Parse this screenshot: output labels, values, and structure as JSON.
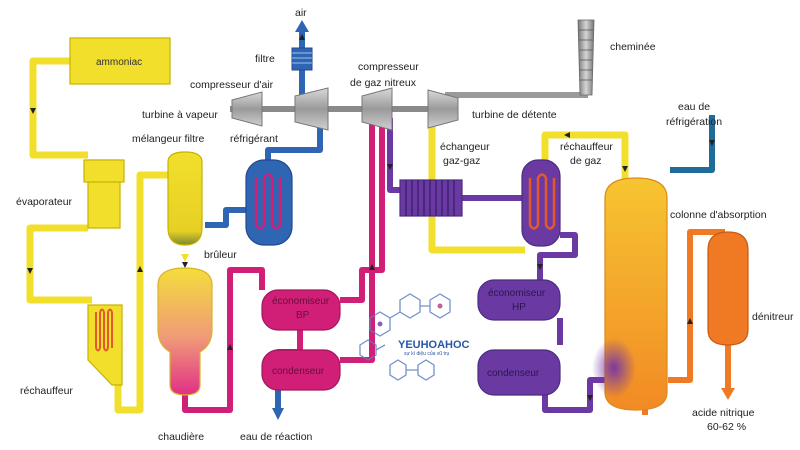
{
  "colors": {
    "yellow": "#f2df2c",
    "yellow_stroke": "#c9b200",
    "blue": "#2f66b4",
    "dark_blue": "#24478f",
    "teal": "#1f6c9a",
    "magenta": "#d11f78",
    "pink": "#e0477f",
    "purple": "#6a3aa2",
    "dark_purple": "#4a2c80",
    "orange": "#f6a12a",
    "deep_orange": "#f07a24",
    "red_orange": "#e8592a",
    "gray": "#9a9a9a"
  },
  "labels": {
    "air": "air",
    "filtre": "filtre",
    "ammoniac": "ammoniac",
    "compresseur_air": "compresseur d'air",
    "compresseur_gaz_l1": "compresseur",
    "compresseur_gaz_l2": "de gaz nitreux",
    "cheminee": "cheminée",
    "turbine_vapeur": "turbine à vapeur",
    "turbine_detente": "turbine de détente",
    "eau_refrig_l1": "eau de",
    "eau_refrig_l2": "réfrigération",
    "melangeur_filtre": "mélangeur filtre",
    "refrigerant": "réfrigérant",
    "echangeur_l1": "échangeur",
    "echangeur_l2": "gaz-gaz",
    "rechauffeur_gaz_l1": "réchauffeur",
    "rechauffeur_gaz_l2": "de gaz",
    "evaporateur": "évaporateur",
    "colonne": "colonne d'absorption",
    "bruleur": "brûleur",
    "economiseur_bp_l1": "économiseur",
    "economiseur_bp_l2": "BP",
    "economiseur_hp_l1": "économiseur",
    "economiseur_hp_l2": "HP",
    "denitreur": "dénitreur",
    "condenseur": "condenseur",
    "rechauffeur": "réchauffeur",
    "chaudiere": "chaudière",
    "eau_reaction": "eau de réaction",
    "acide_l1": "acide nitrique",
    "acide_l2": "60-62 %",
    "logo_text": "YEUHOAHOC",
    "logo_sub": "sự kì diệu của vũ trụ"
  }
}
